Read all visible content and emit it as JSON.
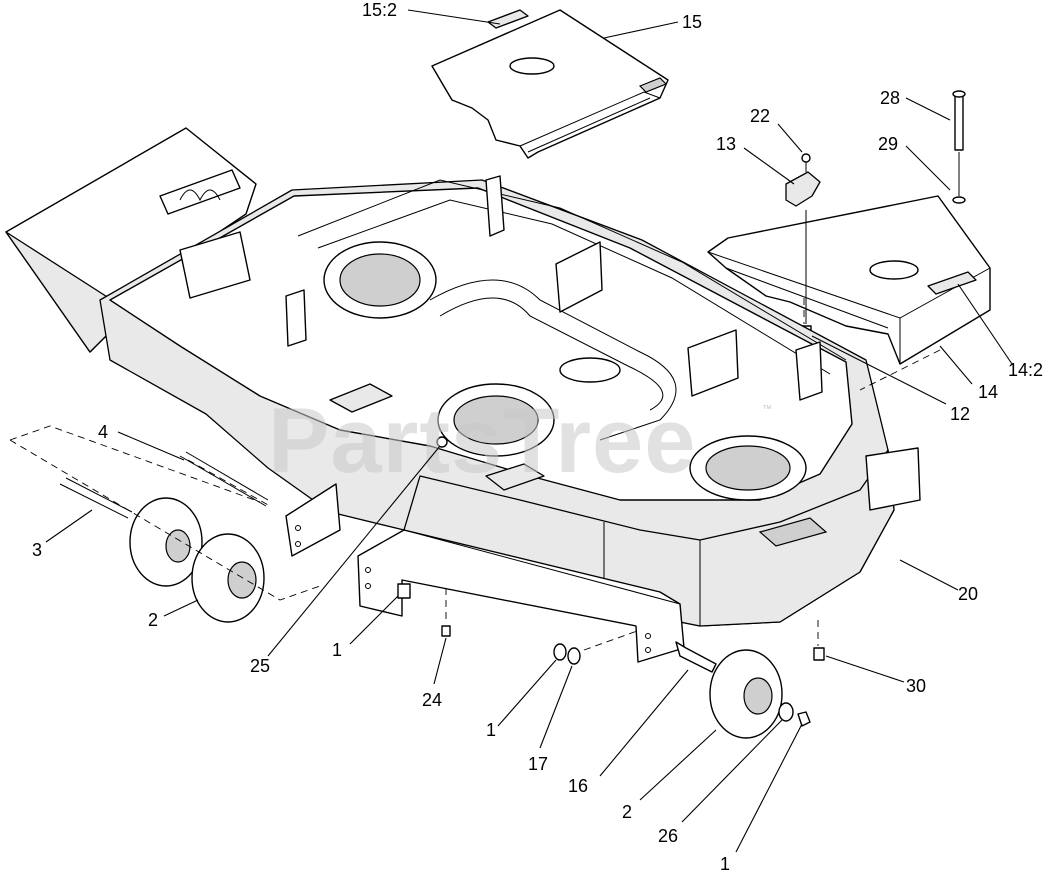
{
  "watermark": {
    "text": "PartsTree",
    "trademark": "™"
  },
  "callouts": [
    {
      "id": "c-15-2",
      "label": "15:2"
    },
    {
      "id": "c-15",
      "label": "15"
    },
    {
      "id": "c-28",
      "label": "28"
    },
    {
      "id": "c-22",
      "label": "22"
    },
    {
      "id": "c-13",
      "label": "13"
    },
    {
      "id": "c-29",
      "label": "29"
    },
    {
      "id": "c-14-2",
      "label": "14:2"
    },
    {
      "id": "c-14",
      "label": "14"
    },
    {
      "id": "c-12",
      "label": "12"
    },
    {
      "id": "c-4",
      "label": "4"
    },
    {
      "id": "c-3",
      "label": "3"
    },
    {
      "id": "c-2a",
      "label": "2"
    },
    {
      "id": "c-25",
      "label": "25"
    },
    {
      "id": "c-1a",
      "label": "1"
    },
    {
      "id": "c-24",
      "label": "24"
    },
    {
      "id": "c-1b",
      "label": "1"
    },
    {
      "id": "c-17",
      "label": "17"
    },
    {
      "id": "c-16",
      "label": "16"
    },
    {
      "id": "c-2b",
      "label": "2"
    },
    {
      "id": "c-26",
      "label": "26"
    },
    {
      "id": "c-1c",
      "label": "1"
    },
    {
      "id": "c-20",
      "label": "20"
    },
    {
      "id": "c-30",
      "label": "30"
    }
  ]
}
